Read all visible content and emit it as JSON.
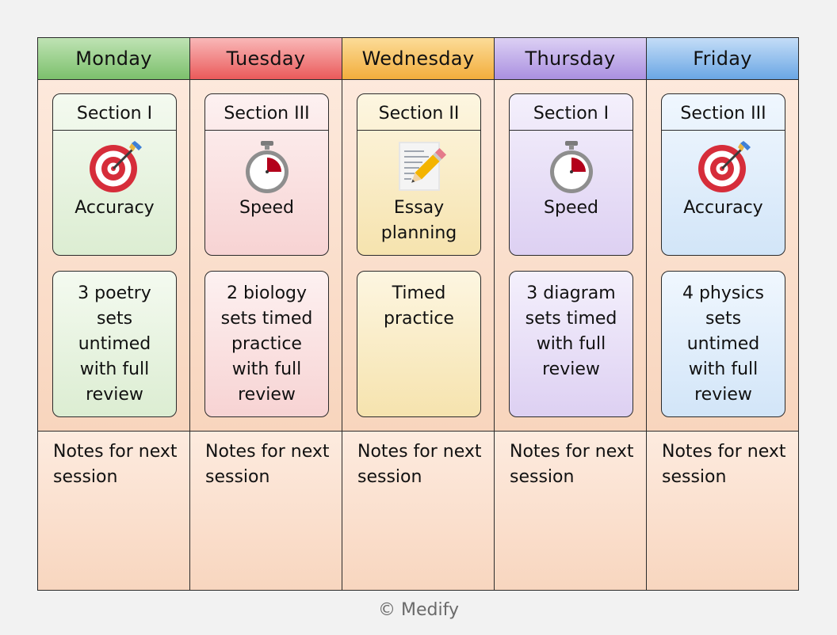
{
  "days": [
    {
      "name": "Monday",
      "header_colors": [
        "#bfe3b4",
        "#7cc06c"
      ],
      "card_colors": [
        "#f4faf0",
        "#dcedd2"
      ],
      "section": "Section I",
      "icon": "target-icon",
      "focus": "Accuracy",
      "task": "3 poetry sets untimed with full review",
      "notes": "Notes for next session"
    },
    {
      "name": "Tuesday",
      "header_colors": [
        "#f9b8b8",
        "#ea5a5a"
      ],
      "card_colors": [
        "#fdf1f1",
        "#f7d3d3"
      ],
      "section": "Section III",
      "icon": "stopwatch-icon",
      "focus": "Speed",
      "task": "2 biology sets timed practice with full review",
      "notes": "Notes for next session"
    },
    {
      "name": "Wednesday",
      "header_colors": [
        "#fcdc98",
        "#f2ad3c"
      ],
      "card_colors": [
        "#fdf6e1",
        "#f6e3ae"
      ],
      "section": "Section II",
      "icon": "memo-pencil-icon",
      "focus": "Essay planning",
      "task": "Timed practice",
      "notes": "Notes for next session"
    },
    {
      "name": "Thursday",
      "header_colors": [
        "#dcd0f4",
        "#aa90e0"
      ],
      "card_colors": [
        "#f4f0fc",
        "#ddd0f2"
      ],
      "section": "Section I",
      "icon": "stopwatch-icon",
      "focus": "Speed",
      "task": "3 diagram sets timed with full review",
      "notes": "Notes for next session"
    },
    {
      "name": "Friday",
      "header_colors": [
        "#c4ddf7",
        "#6aa6e4"
      ],
      "card_colors": [
        "#f0f7fe",
        "#d2e5f8"
      ],
      "section": "Section III",
      "icon": "target-icon",
      "focus": "Accuracy",
      "task": "4 physics sets untimed with full review",
      "notes": "Notes for next session"
    }
  ],
  "credit": "© Medify"
}
